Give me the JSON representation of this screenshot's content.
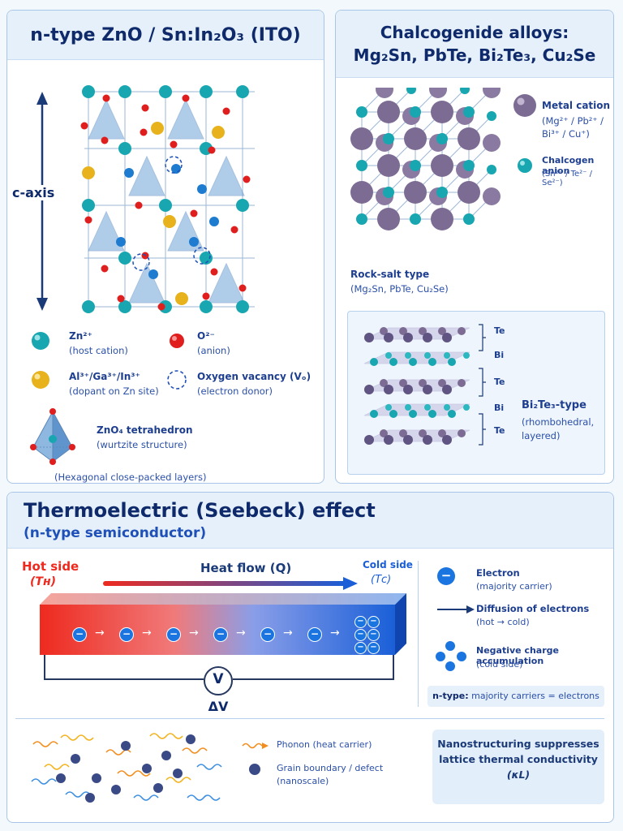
{
  "zno": {
    "title": "n-type ZnO / Sn:In₂O₃ (ITO)",
    "axis_label": "c-axis",
    "legend": [
      {
        "name": "Zn²⁺",
        "desc": "(host cation)",
        "color": "#18a6b0"
      },
      {
        "name": "O²⁻",
        "desc": "(anion)",
        "color": "#e01e1e"
      },
      {
        "name": "Al³⁺/Ga³⁺/In³⁺",
        "desc": "(dopant on Zn site)",
        "color": "#e8b21c"
      },
      {
        "name": "Oxygen vacancy (Vₒ)",
        "desc": "(electron donor)",
        "color": "#1e50b8"
      }
    ],
    "tetra_name": "ZnO₄ tetrahedron",
    "tetra_desc": "(wurtzite structure)",
    "caption": "(Hexagonal close-packed layers)"
  },
  "chalco": {
    "title_line1": "Chalcogenide alloys:",
    "title_line2": "Mg₂Sn, PbTe, Bi₂Te₃, Cu₂Se",
    "metal_name": "Metal cation",
    "metal_desc": "(Mg²⁺ / Pb²⁺ / Bi³⁺ / Cu⁺)",
    "chal_name": "Chalcogen anion",
    "chal_desc": "(Sn²⁻ / Te²⁻ / Se²⁻)",
    "rocksalt_name": "Rock-salt type",
    "rocksalt_desc": "(Mg₂Sn, PbTe, Cu₂Se)",
    "layers": [
      "Te",
      "Bi",
      "Te",
      "Bi",
      "Te"
    ],
    "bi2te3_name": "Bi₂Te₃-type",
    "bi2te3_desc": "(rhombohedral, layered)"
  },
  "seebeck": {
    "title": "Thermoelectric (Seebeck) effect",
    "subtitle": "(n-type semiconductor)",
    "hot_label": "Hot side",
    "hot_symbol": "(Tʜ)",
    "heat_label": "Heat flow (Q)",
    "cold_label": "Cold side",
    "cold_symbol": "(Tᴄ)",
    "meter_symbol": "V",
    "delta_v": "ΔV",
    "electron_symbol": "−",
    "legend": [
      {
        "name": "Electron",
        "desc": "(majority carrier)"
      },
      {
        "name": "Diffusion of electrons",
        "desc": "(hot → cold)"
      },
      {
        "name": "Negative charge accumulation",
        "desc": "(cold side)"
      }
    ],
    "ntype_bold": "n-type:",
    "ntype_rest": " majority carriers = electrons",
    "phonon_label": "Phonon (heat carrier)",
    "grain_label": "Grain boundary / defect",
    "grain_desc": "(nanoscale)",
    "nano_line1": "Nanostructuring suppresses",
    "nano_line2": "lattice thermal conductivity",
    "nano_line3": "(κL)",
    "colors": {
      "hot": "#ee2a1f",
      "cold": "#1a5fd8",
      "electron": "#1b75e0"
    }
  }
}
